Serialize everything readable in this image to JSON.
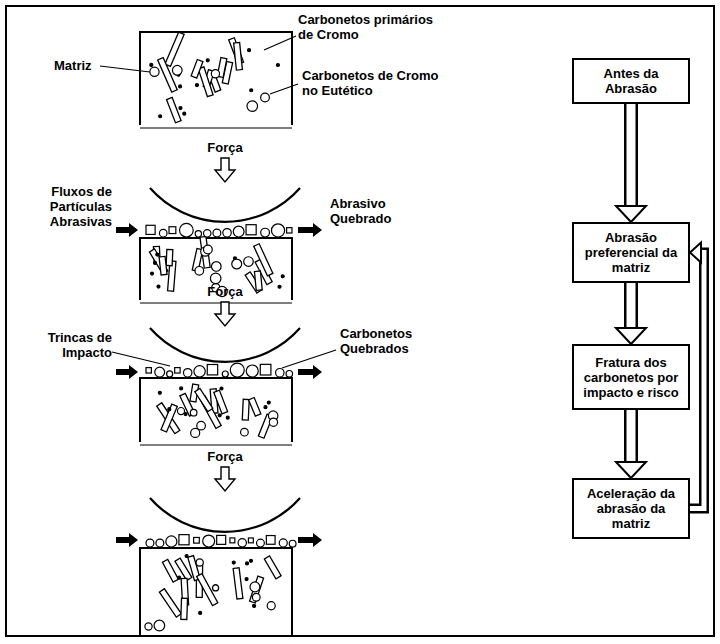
{
  "diagram": {
    "nodes": [
      {
        "text": [
          "Antes da Abrasão"
        ]
      },
      {
        "text": [
          "Abrasão preferencial da matriz"
        ]
      },
      {
        "text": [
          "Fratura dos carbonetos por impacto e risco"
        ]
      },
      {
        "text": [
          "Aceleração da abrasão da matriz"
        ]
      }
    ],
    "edges": [
      {
        "from": 0,
        "to": 1,
        "arrow": "to"
      },
      {
        "from": 1,
        "to": 2,
        "arrow": "to"
      },
      {
        "from": 2,
        "to": 3,
        "arrow": "to"
      },
      {
        "from": 3,
        "to": 1,
        "arrow": "to"
      }
    ],
    "labels": [
      "Carbonetos primários de Cromo",
      "Matriz",
      "Carbonetos de Cromo no Eutético",
      "Força",
      "Fluxos de Partículas Abrasivas",
      "Abrasivo Quebrado",
      "Força",
      "Trincas de Impacto",
      "Carbonetos Quebrados",
      "Força"
    ]
  }
}
